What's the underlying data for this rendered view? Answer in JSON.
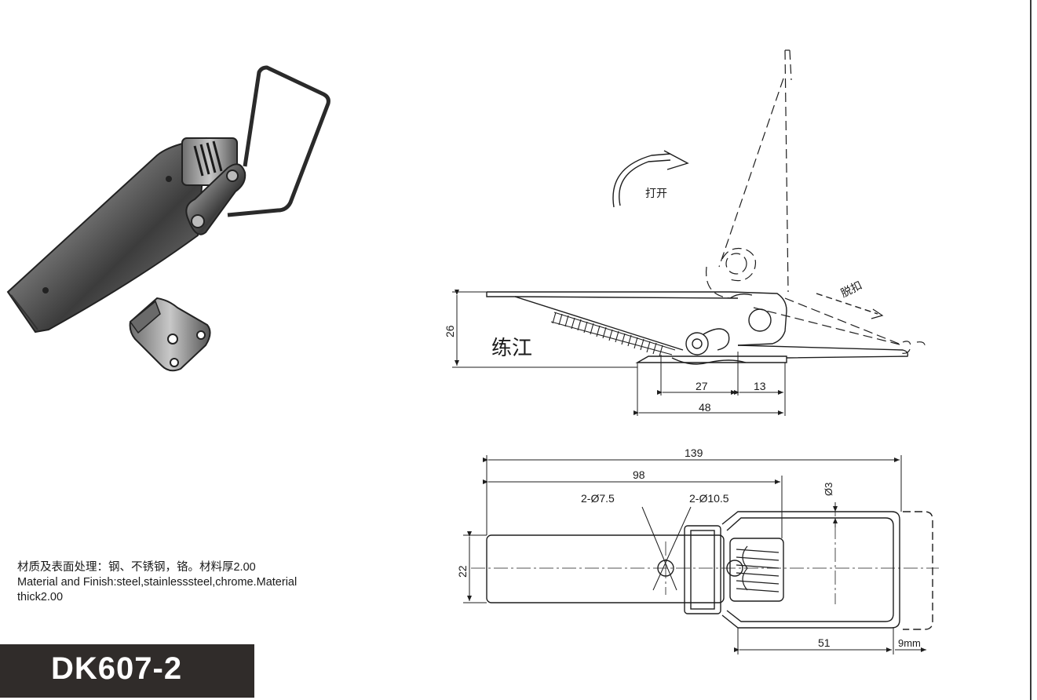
{
  "product": {
    "model": "DK607-2",
    "material_cn": "材质及表面处理：钢、不锈钢，铬。材料厚2.00",
    "material_en_line1": "Material and Finish:steel,stainlesssteel,chrome.Material",
    "material_en_line2": "thick2.00",
    "brand_mark": "练江"
  },
  "side_view": {
    "open_label": "打开",
    "release_label": "脱扣",
    "dim_height": "26",
    "dim_27": "27",
    "dim_13": "13",
    "dim_48": "48"
  },
  "top_view": {
    "dim_139": "139",
    "dim_98": "98",
    "dim_22": "22",
    "dim_51": "51",
    "dim_9mm": "9mm",
    "hole_small": "2-Ø7.5",
    "hole_large": "2-Ø10.5",
    "wire_dia": "Ø3"
  },
  "colors": {
    "model_bar": "#302c2a",
    "line": "#1e1e1e"
  }
}
